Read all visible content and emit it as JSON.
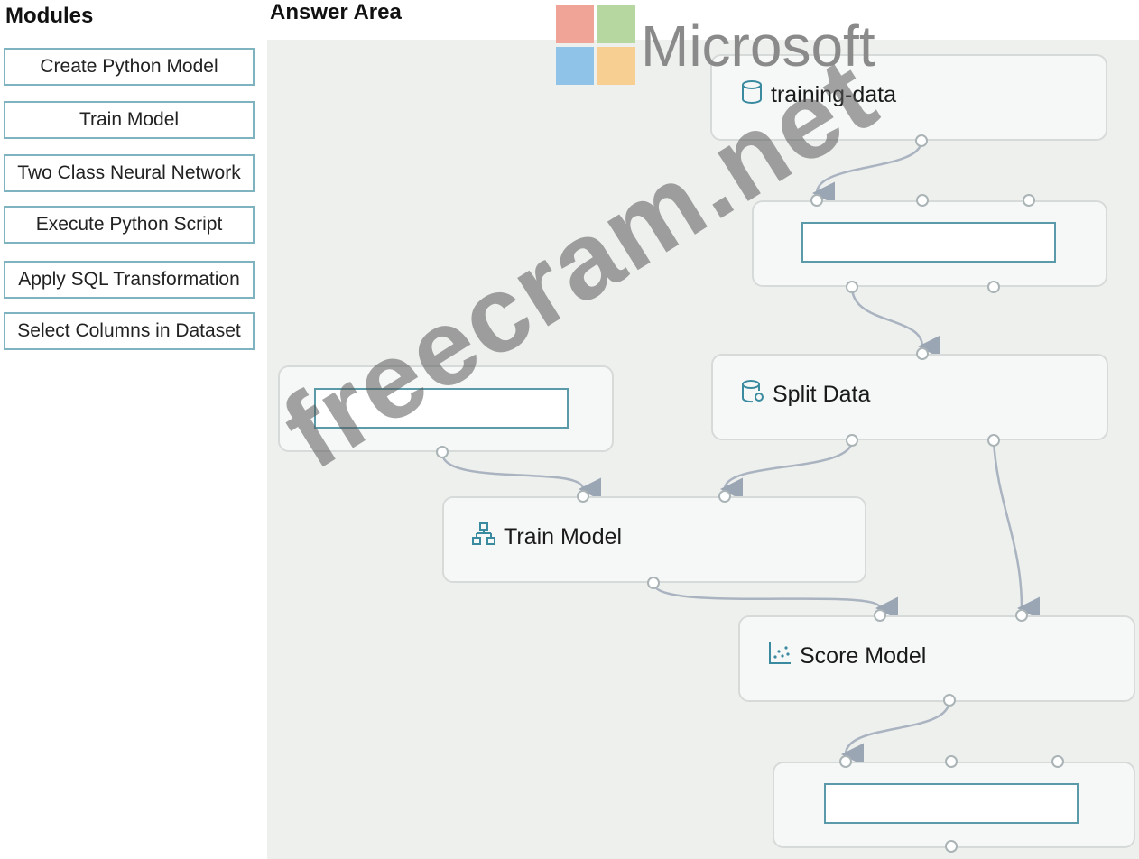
{
  "modules": {
    "heading": "Modules",
    "items": [
      "Create Python Model",
      "Train Model",
      "Two Class Neural Network",
      "Execute Python Script",
      "Apply SQL Transformation",
      "Select Columns in Dataset"
    ]
  },
  "answer_area": {
    "heading": "Answer Area",
    "nodes": {
      "training_data": "training-data",
      "split_data": "Split Data",
      "train_model": "Train Model",
      "score_model": "Score Model"
    }
  },
  "overlay": {
    "brand": "Microsoft",
    "watermark": "freecram.net"
  },
  "colors": {
    "accent_border": "#5b9aa8",
    "canvas_bg": "#eef0ee",
    "connector": "#aab3c0"
  },
  "icons": {
    "training_data": "database-icon",
    "split_data": "database-gear-icon",
    "train_model": "hierarchy-icon",
    "score_model": "scatter-plot-icon"
  }
}
